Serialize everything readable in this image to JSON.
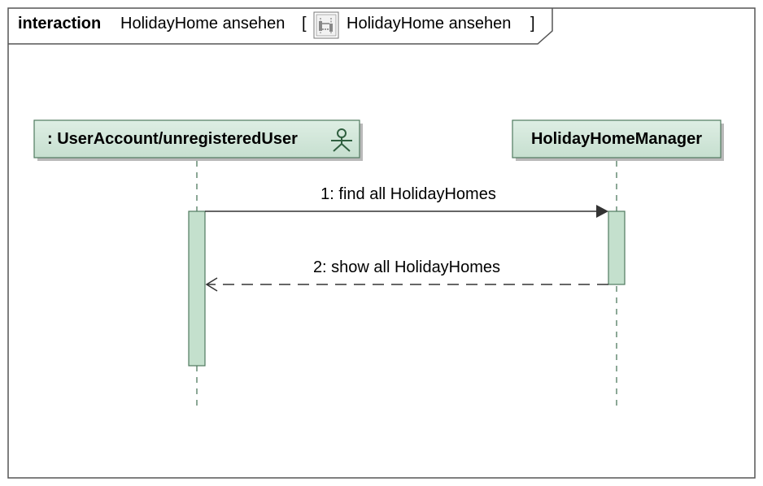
{
  "frame": {
    "keyword": "interaction",
    "name": "HolidayHome ansehen",
    "bracket_open": "[",
    "ref_name": "HolidayHome ansehen",
    "bracket_close": "]"
  },
  "lifelines": [
    {
      "label": ": UserAccount/unregisteredUser",
      "icon": "actor-icon"
    },
    {
      "label": "HolidayHomeManager"
    }
  ],
  "messages": [
    {
      "label": "1: find all HolidayHomes",
      "kind": "synchronous"
    },
    {
      "label": "2: show all HolidayHomes",
      "kind": "reply"
    }
  ],
  "colors": {
    "lifeline_fill": "#cce3d4",
    "lifeline_fill_top": "#deeee4",
    "lifeline_stroke": "#4f7a5f",
    "activation_fill": "#c4e0cd",
    "shadow": "#b9b9b9",
    "frame_stroke": "#555555"
  }
}
